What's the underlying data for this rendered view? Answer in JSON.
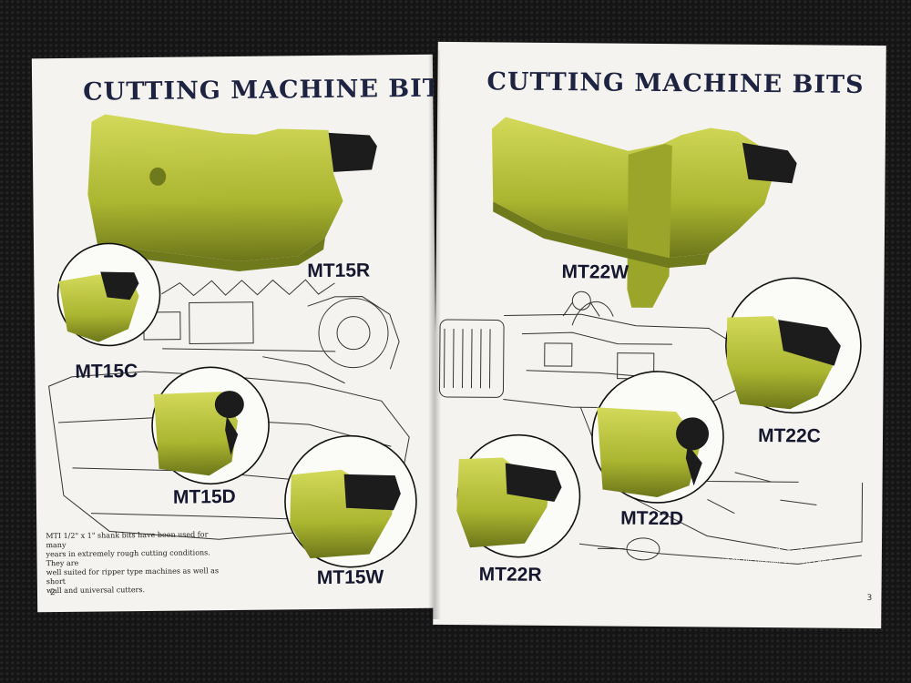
{
  "left_page": {
    "title": "CUTTING MACHINE BITS",
    "labels": {
      "mt15r": "MT15R",
      "mt15c": "MT15C",
      "mt15d": "MT15D",
      "mt15w": "MT15W"
    },
    "caption_lines": [
      "MTI 1/2\" x 1\" shank bits have been used for many",
      "years in extremely rough cutting conditions. They are",
      "well suited for ripper type machines as well as short",
      "wall and universal cutters."
    ],
    "page_number": "2"
  },
  "right_page": {
    "title": "CUTTING MACHINE BITS",
    "labels": {
      "mt22w": "MT22W",
      "mt22c": "MT22C",
      "mt22d": "MT22D",
      "mt22r": "MT22R"
    },
    "caption_lines": [
      "The MTI raplok bit has a full shoulder gauge to",
      "decrease wear on bit blocks. This bit can be used on",
      "quick change blocks or with set screw. The raplok bit",
      "also has a top removal notch for ease in replacement."
    ],
    "page_number": "3"
  },
  "colors": {
    "bit_green": "#b4bd3a",
    "bit_shadow": "#6f7a1c",
    "carbide_tip": "#1c1c1c",
    "title_navy": "#1d2340",
    "paper": "#f4f3ef"
  }
}
